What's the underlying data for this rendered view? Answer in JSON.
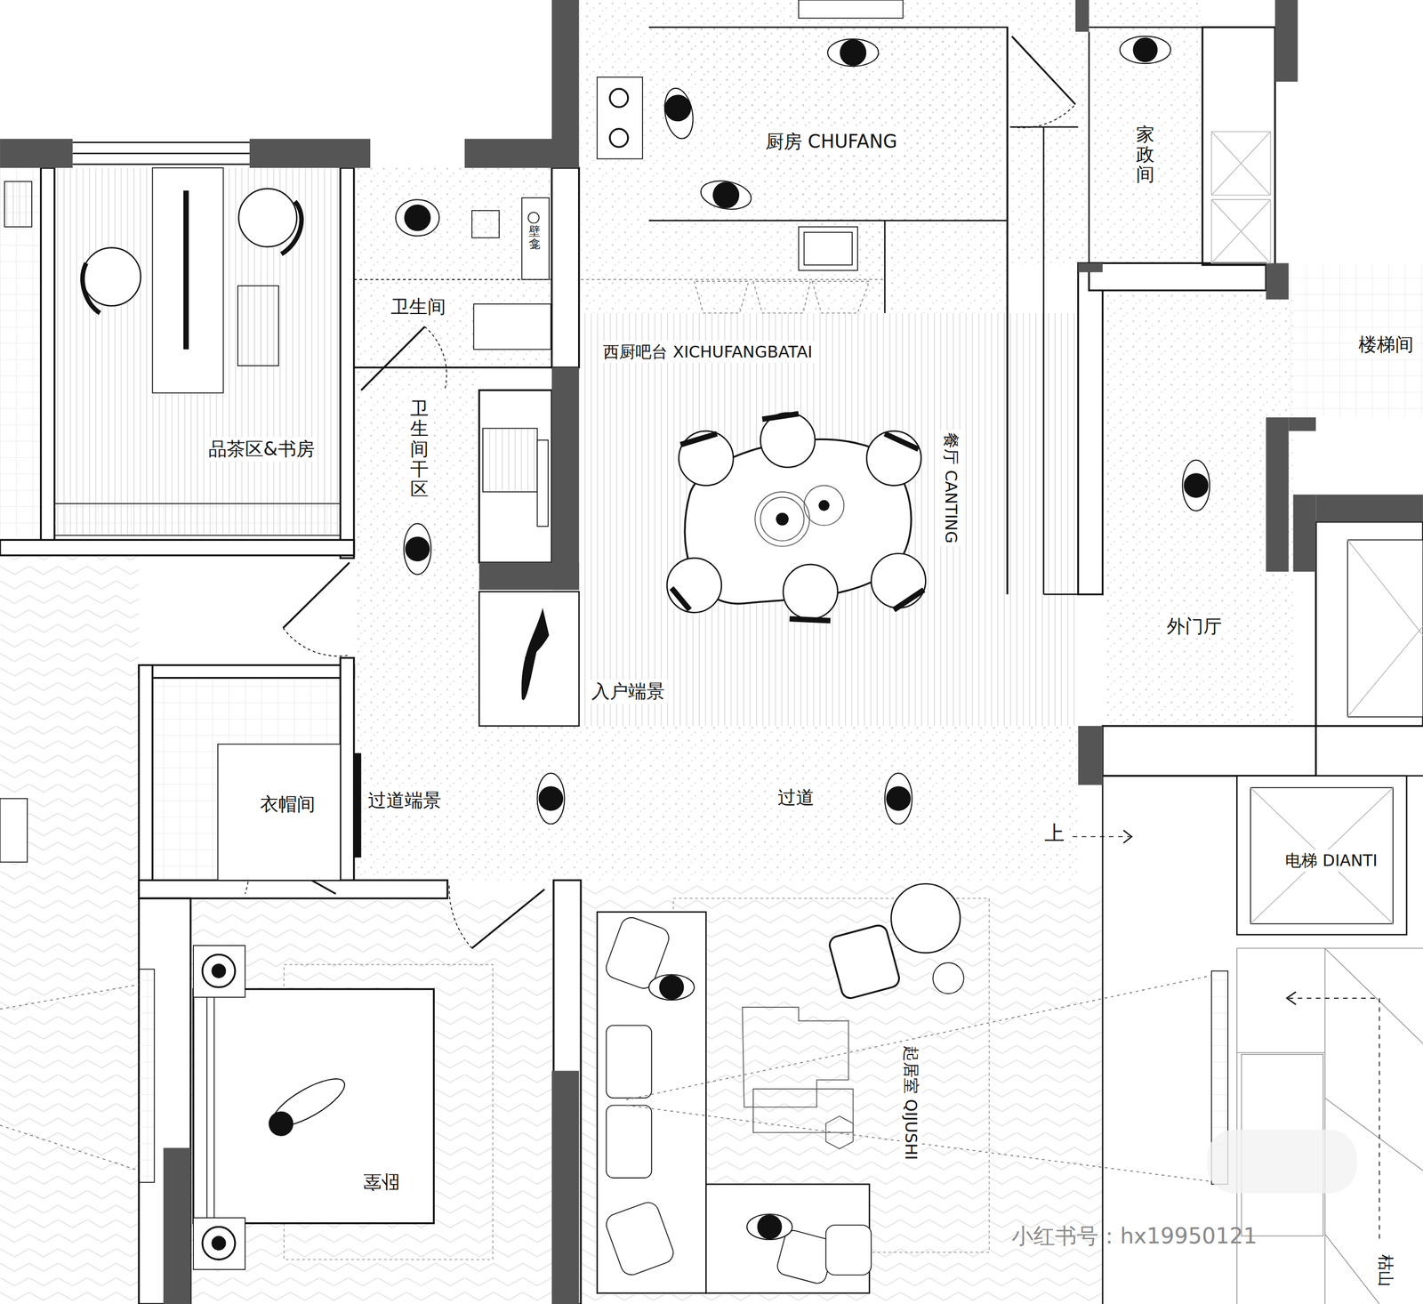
{
  "diagram": {
    "labels": [
      "厨房 CHUFANG",
      "家政间",
      "楼梯间",
      "卫生间",
      "壁龛",
      "西厨吧台 XICHUFANGBATAI",
      "品茶区&书房",
      "卫生间干区",
      "餐厅 CANTING",
      "外门厅",
      "入户端景",
      "衣帽间",
      "过道端景",
      "过道",
      "上",
      "电梯 DIANTI",
      "起居室 QIJUSHI",
      "卧室",
      "枯山",
      "小红书号：hx19950121"
    ]
  }
}
